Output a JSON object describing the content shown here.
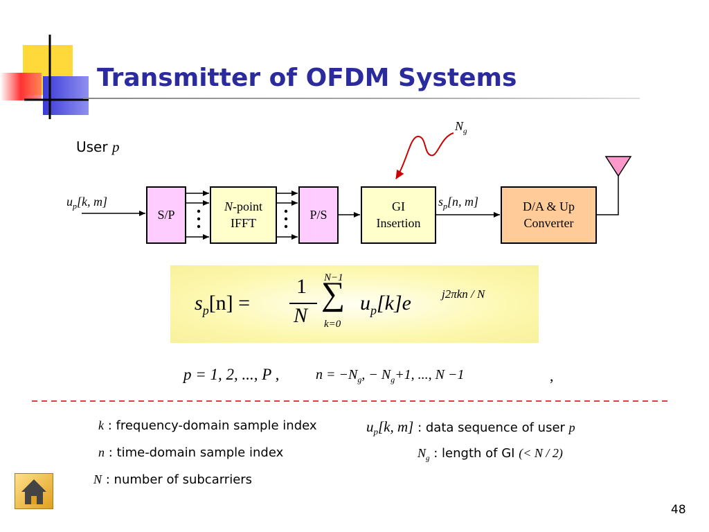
{
  "title": "Transmitter of OFDM Systems",
  "user_label": {
    "prefix": "User",
    "var": "p"
  },
  "ng_label": {
    "main": "N",
    "sub": "g"
  },
  "blocks": {
    "sp": "S/P",
    "ifft": {
      "line1_var": "N",
      "line1_rest": "-point",
      "line2": "IFFT"
    },
    "ps": "P/S",
    "gi": {
      "line1": "GI",
      "line2": "Insertion"
    },
    "da": {
      "line1": "D/A & Up",
      "line2": "Converter"
    }
  },
  "input_signal": {
    "var": "u",
    "sub": "p",
    "args": "[k, m]"
  },
  "output_signal": {
    "var": "s",
    "sub": "p",
    "args": "[n, m]"
  },
  "formula": {
    "lhs_var": "s",
    "lhs_sub": "p",
    "lhs_arg": "[n] =",
    "frac_num": "1",
    "frac_den": "N",
    "sum_top": "N−1",
    "sum_bot": "k=0",
    "sum_symbol": "∑",
    "term_var": "u",
    "term_sub": "p",
    "term_arg": "[k]e",
    "exponent": "j2πkn / N"
  },
  "ranges": {
    "p_range": "p = 1, 2, ..., P ,",
    "n_range": "n = −N",
    "n_sub1": "g",
    "n_mid": ", − N",
    "n_sub2": "g",
    "n_end": "+1, ..., N −1",
    "trail": ","
  },
  "legend": {
    "k": {
      "sym": "k",
      "text": ": frequency-domain sample index"
    },
    "n": {
      "sym": "n",
      "text": ": time-domain sample index"
    },
    "N": {
      "sym": "N",
      "text": ": number of subcarriers"
    },
    "u": {
      "sym_var": "u",
      "sym_sub": "p",
      "sym_args": "[k, m]",
      "text": ": data sequence of user",
      "text_var": "p"
    },
    "Ng": {
      "sym_main": "N",
      "sym_sub": "g",
      "text": ": length of GI",
      "paren": "(< N / 2)"
    }
  },
  "page_number": "48",
  "colors": {
    "title": "#2b2b9e",
    "sp_fill": "#ffccff",
    "ifft_fill": "#ffffcc",
    "ps_fill": "#ffccff",
    "gi_fill": "#ffffcc",
    "da_fill": "#ffcc99",
    "antenna": "#ff99cc",
    "arrow_red": "#cc0000",
    "dashed_rule": "#cc0000",
    "formula_bg": "#fdf8b0"
  }
}
